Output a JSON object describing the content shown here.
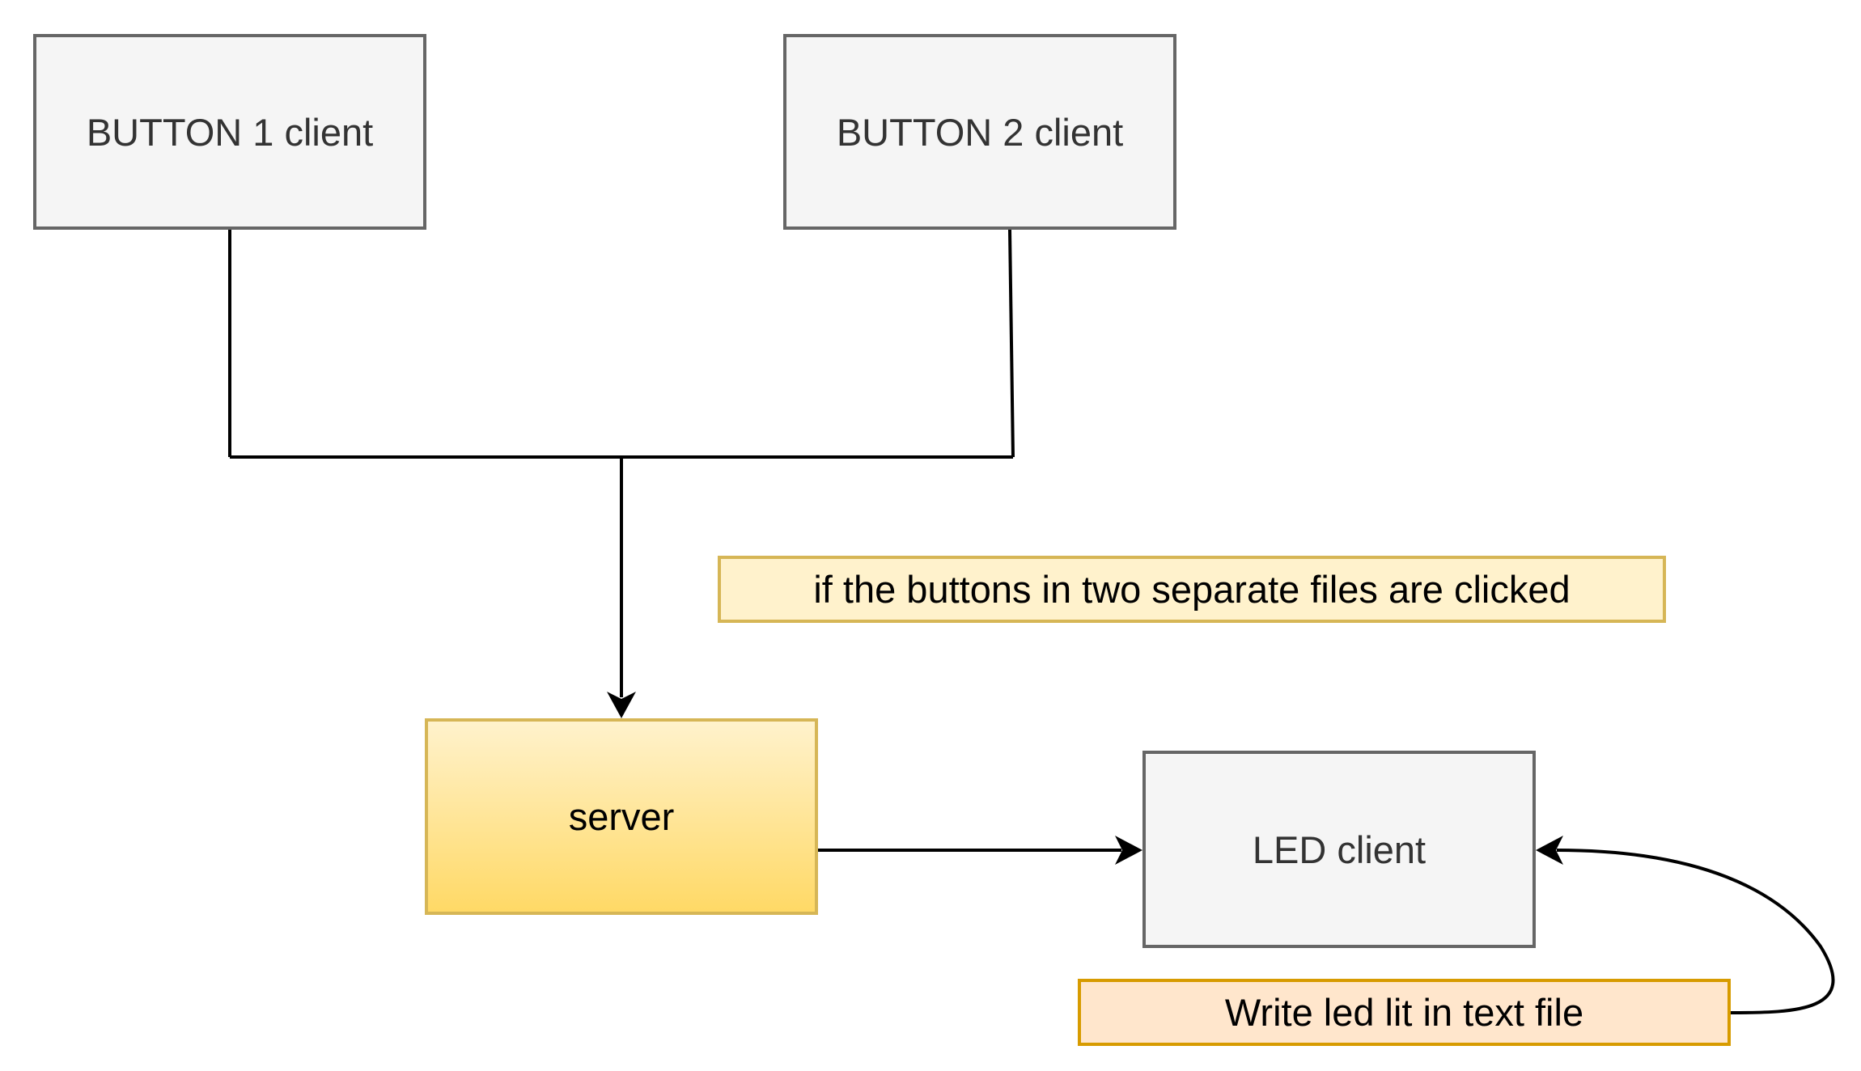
{
  "nodes": {
    "button1": {
      "label": "BUTTON 1 client"
    },
    "button2": {
      "label": "BUTTON 2 client"
    },
    "server": {
      "label": "server"
    },
    "led": {
      "label": "LED client"
    }
  },
  "notes": {
    "condition": {
      "label": "if the buttons in two separate files are clicked"
    },
    "write": {
      "label": "Write led lit in text file"
    }
  },
  "colors": {
    "client_fill": "#f5f5f5",
    "client_stroke": "#666666",
    "server_fill_top": "#fff2cc",
    "server_fill_bottom": "#ffd966",
    "server_stroke": "#d6b656",
    "note_yellow_fill": "#fff2cc",
    "note_orange_fill": "#ffe6cc",
    "note_orange_stroke": "#d79b00",
    "edge": "#000000"
  }
}
